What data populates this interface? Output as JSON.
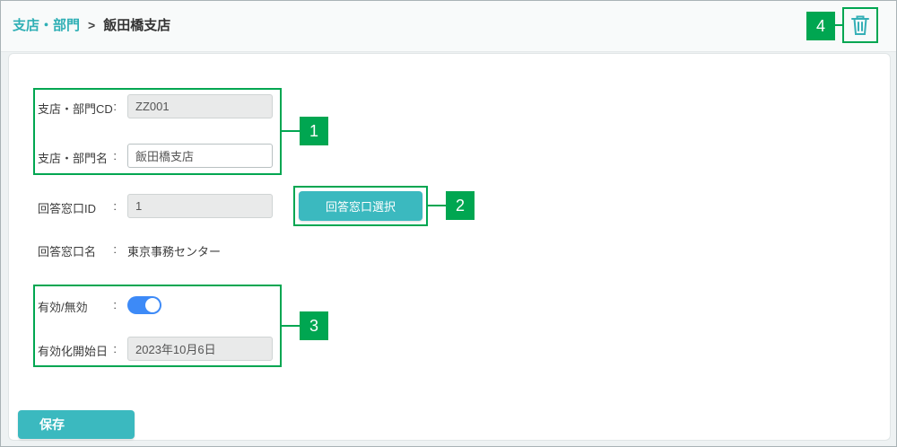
{
  "colors": {
    "accent": "#3BB9BF",
    "breadcrumb_link": "#2FAFB5",
    "annotation_green": "#00A651",
    "toggle_on_blue": "#3D8AF7"
  },
  "header": {
    "breadcrumb": {
      "parent": "支店・部門",
      "separator": ">",
      "current": "飯田橋支店"
    }
  },
  "form": {
    "branch_cd": {
      "label": "支店・部門CD",
      "colon": ":",
      "value": "ZZ001"
    },
    "branch_name": {
      "label": "支店・部門名",
      "colon": ":",
      "value": "飯田橋支店"
    },
    "window_id": {
      "label": "回答窓口ID",
      "colon": ":",
      "value": "1"
    },
    "window_select_button_label": "回答窓口選択",
    "window_name": {
      "label": "回答窓口名",
      "colon": ":",
      "value": "東京事務センター"
    },
    "enabled_toggle": {
      "label": "有効/無効",
      "colon": ":",
      "state": "on"
    },
    "activation_date": {
      "label": "有効化開始日",
      "colon": ":",
      "value": "2023年10月6日"
    },
    "save_button_label": "保存"
  },
  "annotations": {
    "group1": "1",
    "group2": "2",
    "group3": "3",
    "trash": "4"
  }
}
